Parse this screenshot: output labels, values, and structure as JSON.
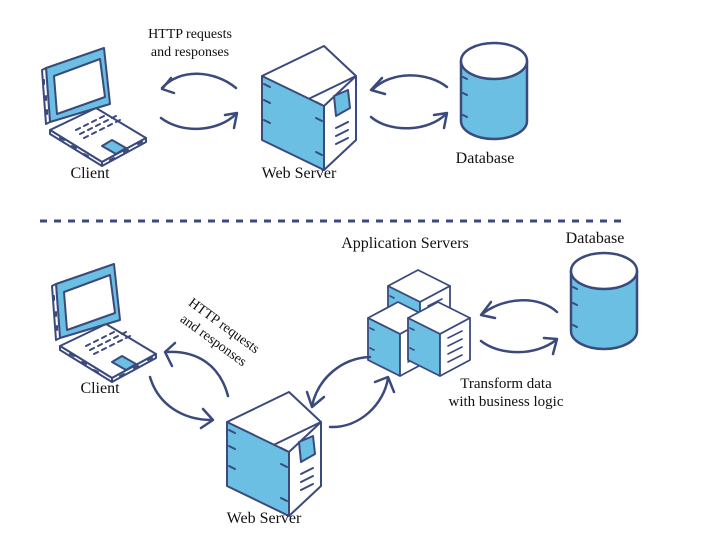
{
  "colors": {
    "stroke": "#3b4a7d",
    "fill": "#6bbfe2",
    "divider": "#3b4a7d"
  },
  "top": {
    "client_label": "Client",
    "http_label": "HTTP requests\nand responses",
    "webserver_label": "Web Server",
    "database_label": "Database"
  },
  "bottom": {
    "client_label": "Client",
    "http_label": "HTTP requests\nand responses",
    "webserver_label": "Web Server",
    "appservers_label": "Application Servers",
    "database_label": "Database",
    "transform_label": "Transform data\nwith business logic"
  },
  "icons": {
    "laptop": "laptop-icon",
    "server": "server-icon",
    "database": "database-icon",
    "server_cluster": "server-cluster-icon",
    "arrow": "curved-arrow-icon"
  }
}
